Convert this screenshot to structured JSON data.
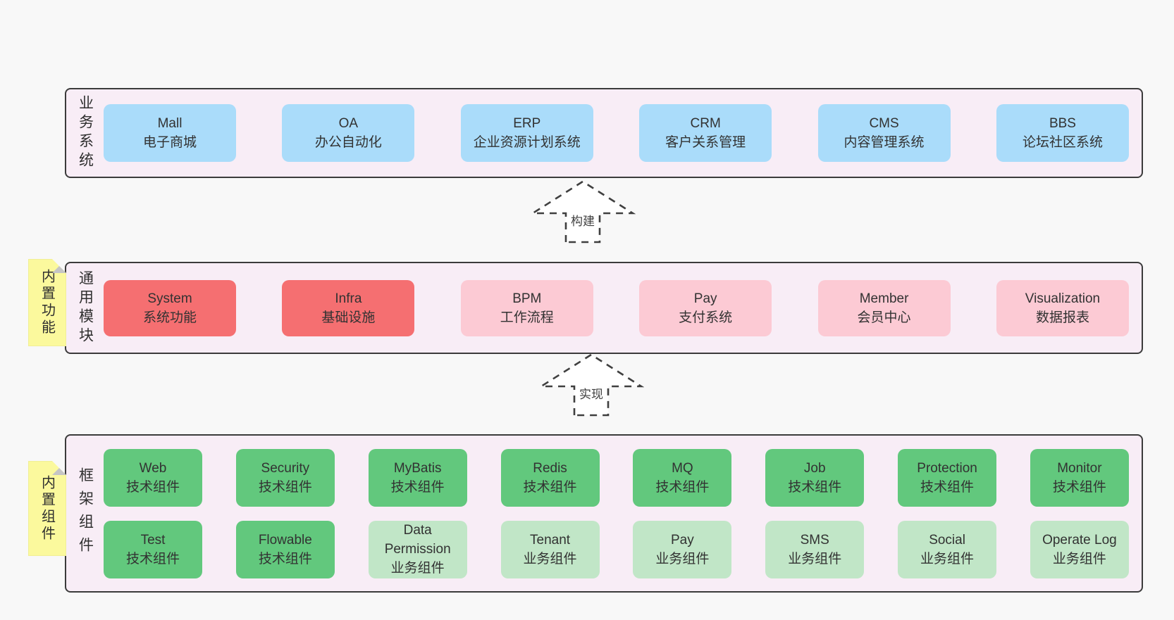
{
  "colors": {
    "page_bg": "#f8f8f8",
    "panel_bg": "#f8edf6",
    "panel_border": "#3b3b3b",
    "blue_box": "#aadcfa",
    "red_box": "#f56f71",
    "pink_box": "#fccad4",
    "green_box": "#62c87d",
    "light_green_box": "#c1e6c7",
    "note_yellow": "#fbf99d",
    "note_fold_gray": "#c5c5c5",
    "text": "#323232"
  },
  "layers": {
    "business": {
      "label": "业务系统",
      "boxes": [
        {
          "name": "Mall",
          "desc": "电子商城"
        },
        {
          "name": "OA",
          "desc": "办公自动化"
        },
        {
          "name": "ERP",
          "desc": "企业资源计划系统"
        },
        {
          "name": "CRM",
          "desc": "客户关系管理"
        },
        {
          "name": "CMS",
          "desc": "内容管理系统"
        },
        {
          "name": "BBS",
          "desc": "论坛社区系统"
        }
      ]
    },
    "modules": {
      "label": "通用模块",
      "note": "内置功能",
      "boxes": [
        {
          "name": "System",
          "desc": "系统功能"
        },
        {
          "name": "Infra",
          "desc": "基础设施"
        },
        {
          "name": "BPM",
          "desc": "工作流程"
        },
        {
          "name": "Pay",
          "desc": "支付系统"
        },
        {
          "name": "Member",
          "desc": "会员中心"
        },
        {
          "name": "Visualization",
          "desc": "数据报表"
        }
      ]
    },
    "framework": {
      "label": "框架组件",
      "note": "内置组件",
      "row1": [
        {
          "name": "Web",
          "desc": "技术组件"
        },
        {
          "name": "Security",
          "desc": "技术组件"
        },
        {
          "name": "MyBatis",
          "desc": "技术组件"
        },
        {
          "name": "Redis",
          "desc": "技术组件"
        },
        {
          "name": "MQ",
          "desc": "技术组件"
        },
        {
          "name": "Job",
          "desc": "技术组件"
        },
        {
          "name": "Protection",
          "desc": "技术组件"
        },
        {
          "name": "Monitor",
          "desc": "技术组件"
        }
      ],
      "row2": [
        {
          "name": "Test",
          "desc": "技术组件"
        },
        {
          "name": "Flowable",
          "desc": "技术组件"
        },
        {
          "name": "Data Permission",
          "desc": "业务组件"
        },
        {
          "name": "Tenant",
          "desc": "业务组件"
        },
        {
          "name": "Pay",
          "desc": "业务组件"
        },
        {
          "name": "SMS",
          "desc": "业务组件"
        },
        {
          "name": "Social",
          "desc": "业务组件"
        },
        {
          "name": "Operate Log",
          "desc": "业务组件"
        }
      ]
    }
  },
  "arrows": [
    {
      "label": "构建"
    },
    {
      "label": "实现"
    }
  ]
}
